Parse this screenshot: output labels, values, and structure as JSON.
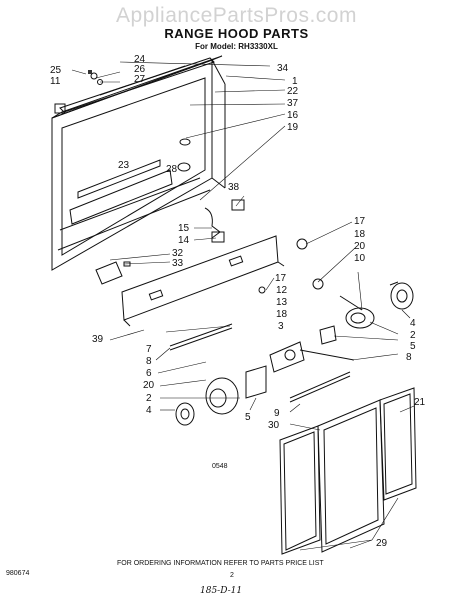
{
  "watermark": "AppliancePartsPros.com",
  "title": "RANGE HOOD PARTS",
  "subtitle": "For Model: RH3330XL",
  "callouts": {
    "c25": "25",
    "c11": "11",
    "c24": "24",
    "c26": "26",
    "c27": "27",
    "c34": "34",
    "c1": "1",
    "c22": "22",
    "c37": "37",
    "c16": "16",
    "c19": "19",
    "c23": "23",
    "c28": "28",
    "c38": "38",
    "c15": "15",
    "c14": "14",
    "c32": "32",
    "c33": "33",
    "c17a": "17",
    "c18a": "18",
    "c20a": "20",
    "c10": "10",
    "c17b": "17",
    "c12": "12",
    "c13": "13",
    "c18b": "18",
    "c3": "3",
    "c4a": "4",
    "c2a": "2",
    "c5a": "5",
    "c39": "39",
    "c7": "7",
    "c8a": "8",
    "c8b": "8",
    "c6": "6",
    "c20b": "20",
    "c2b": "2",
    "c4b": "4",
    "c5b": "5",
    "c9": "9",
    "c30": "30",
    "c21": "21",
    "c29": "29"
  },
  "diagram_code": "0548",
  "order_info": "FOR ORDERING INFORMATION REFER TO PARTS PRICE LIST",
  "doc_number": "980674",
  "page_number": "2",
  "handwritten_note": "185-D-11"
}
